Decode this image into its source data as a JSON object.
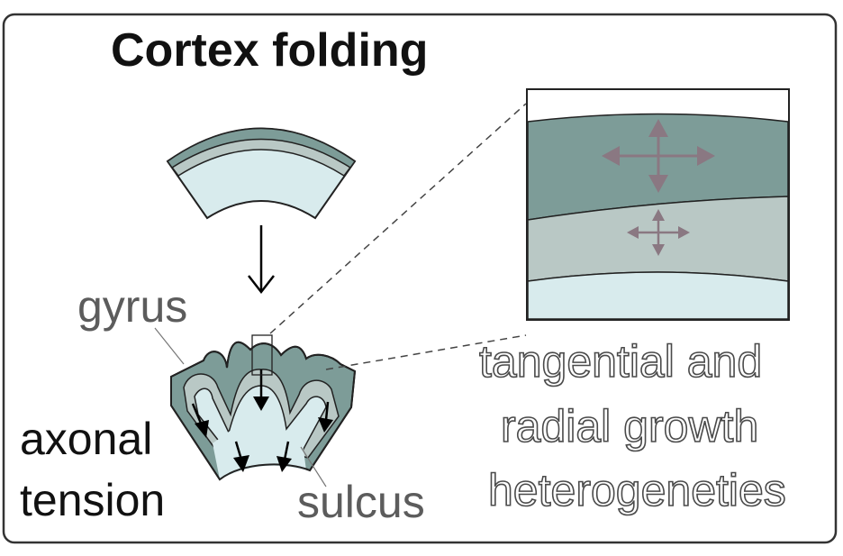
{
  "title": "Cortex folding",
  "labels": {
    "gyrus": "gyrus",
    "axonal_line1": "axonal",
    "axonal_line2": "tension",
    "sulcus": "sulcus",
    "growth_line1": "tangential and",
    "growth_line2": "radial growth",
    "growth_line3": "heterogeneties"
  },
  "colors": {
    "outer_layer": "#7d9c98",
    "middle_layer": "#b9c8c5",
    "inner_layer": "#d8ebed",
    "growth_arrow": "#8a7882",
    "outline": "#222222",
    "frame": "#333333"
  },
  "icons": {
    "down_arrow": "arrow-down-icon",
    "growth_arrows_large": "four-way-arrow-icon",
    "growth_arrows_small": "four-way-arrow-icon",
    "tension_arrows": "arrow-down-icon"
  }
}
